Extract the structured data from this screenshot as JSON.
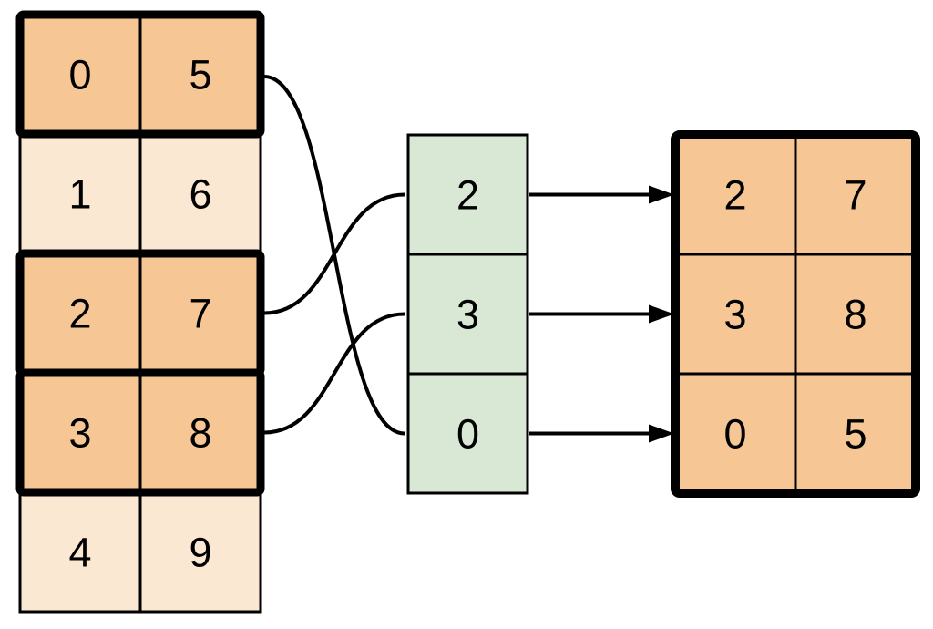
{
  "source_table": {
    "rows": [
      {
        "cells": [
          "0",
          "5"
        ],
        "highlighted": true
      },
      {
        "cells": [
          "1",
          "6"
        ],
        "highlighted": false
      },
      {
        "cells": [
          "2",
          "7"
        ],
        "highlighted": true
      },
      {
        "cells": [
          "3",
          "8"
        ],
        "highlighted": true
      },
      {
        "cells": [
          "4",
          "9"
        ],
        "highlighted": false
      }
    ]
  },
  "index_column": {
    "cells": [
      "2",
      "3",
      "0"
    ]
  },
  "result_table": {
    "rows": [
      {
        "cells": [
          "2",
          "7"
        ]
      },
      {
        "cells": [
          "3",
          "8"
        ]
      },
      {
        "cells": [
          "0",
          "5"
        ]
      }
    ]
  },
  "connections": {
    "curves": [
      {
        "from_source_row": "0",
        "to_index_cell_value": "0"
      },
      {
        "from_source_row": "2",
        "to_index_cell_value": "2"
      },
      {
        "from_source_row": "3",
        "to_index_cell_value": "3"
      }
    ],
    "arrows": [
      {
        "from_index_cell_value": "2",
        "to_result_row": "0"
      },
      {
        "from_index_cell_value": "3",
        "to_result_row": "1"
      },
      {
        "from_index_cell_value": "0",
        "to_result_row": "2"
      }
    ]
  },
  "colors": {
    "highlight_fill": "#f6c795",
    "muted_fill": "#fbe8d3",
    "index_fill": "#d9e8d4",
    "stroke": "#000000",
    "background": "#ffffff"
  }
}
